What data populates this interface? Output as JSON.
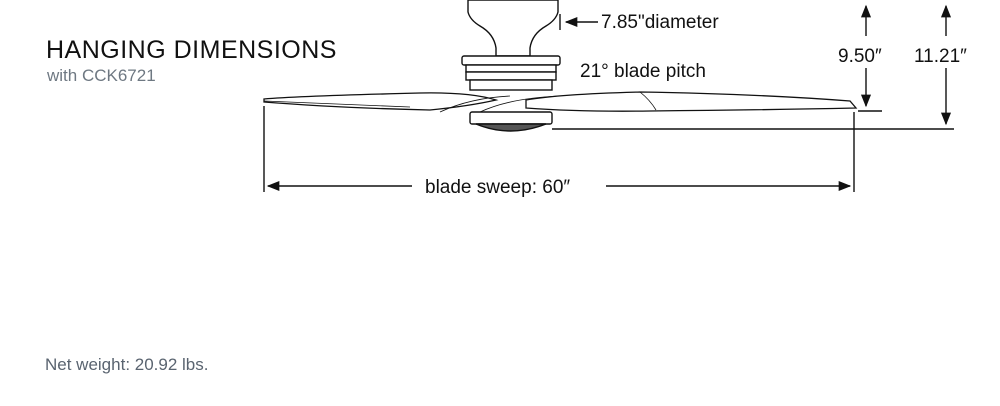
{
  "heading": {
    "title": "HANGING DIMENSIONS",
    "subtitle": "with CCK6721"
  },
  "dimensions": {
    "canopy_diameter": "7.85\"diameter",
    "blade_pitch": "21° blade pitch",
    "height_short": "9.50″",
    "height_long": "11.21″",
    "blade_sweep": "blade sweep: 60″"
  },
  "footer": {
    "net_weight": "Net weight: 20.92 lbs."
  },
  "colors": {
    "line": "#111111",
    "subtitle": "#6e7882",
    "footer": "#5a6470"
  }
}
